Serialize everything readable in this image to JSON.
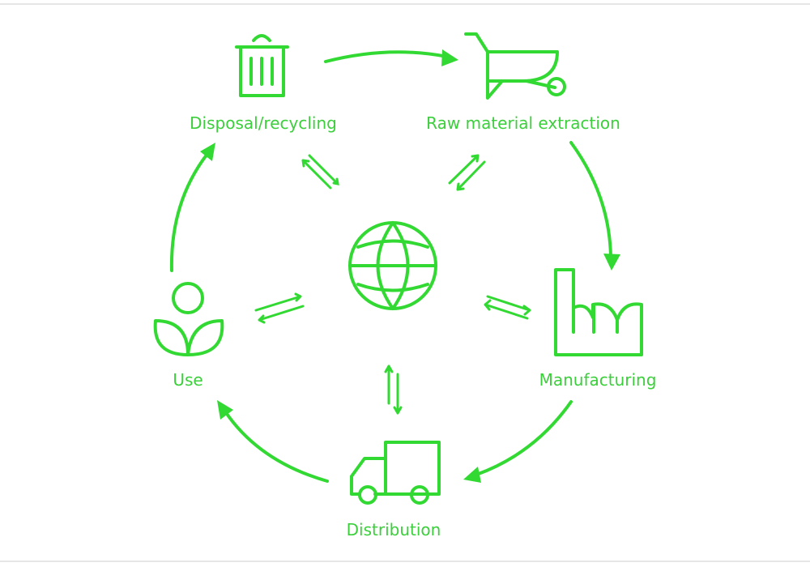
{
  "diagram": {
    "accent_color": "#33d933",
    "center": {
      "icon": "globe-icon"
    },
    "stages": [
      {
        "label": "Disposal/recycling",
        "icon": "trash-can-icon"
      },
      {
        "label": "Raw material extraction",
        "icon": "wheelbarrow-icon"
      },
      {
        "label": "Manufacturing",
        "icon": "factory-icon"
      },
      {
        "label": "Distribution",
        "icon": "truck-icon"
      },
      {
        "label": "Use",
        "icon": "person-icon"
      }
    ]
  }
}
